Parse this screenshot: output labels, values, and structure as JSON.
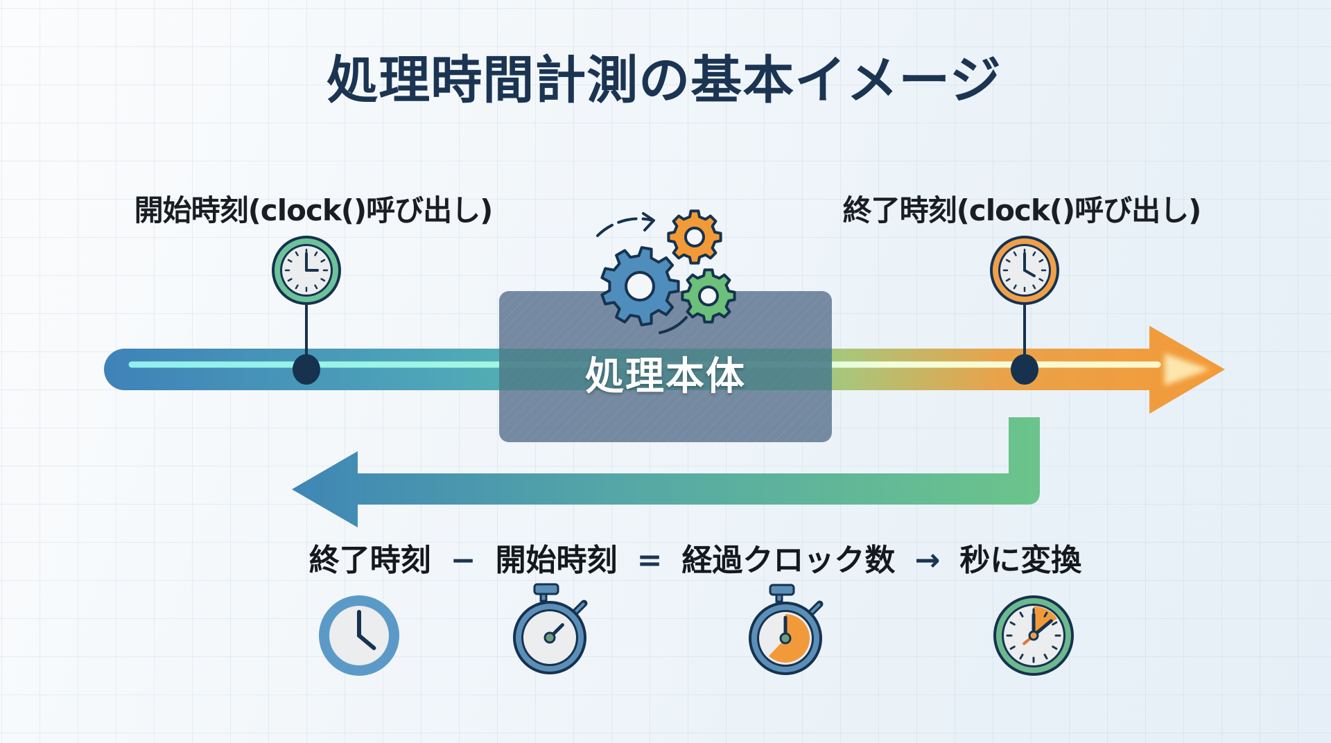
{
  "title": "処理時間計測の基本イメージ",
  "timeline": {
    "start_label": "開始時刻(clock()呼び出し)",
    "end_label": "終了時刻(clock()呼び出し)",
    "process_label": "処理本体",
    "start_icon": "clock-icon",
    "end_icon": "clock-icon",
    "process_icon": "gears-icon"
  },
  "formula": {
    "parts": [
      {
        "text": "終了時刻",
        "type": "term"
      },
      {
        "text": "−",
        "type": "op"
      },
      {
        "text": "開始時刻",
        "type": "term"
      },
      {
        "text": "=",
        "type": "op"
      },
      {
        "text": "経過クロック数",
        "type": "term"
      },
      {
        "text": "→",
        "type": "op"
      },
      {
        "text": "秒に変換",
        "type": "term"
      }
    ]
  },
  "bottom_icons": [
    {
      "name": "clock-icon",
      "desc": "end time"
    },
    {
      "name": "stopwatch-icon",
      "desc": "start time"
    },
    {
      "name": "stopwatch-elapsed-icon",
      "desc": "elapsed clocks",
      "elapsed_fraction": 0.62
    },
    {
      "name": "clock-seconds-icon",
      "desc": "convert to seconds",
      "elapsed_fraction": 0.15
    }
  ],
  "colors": {
    "title": "#1b3452",
    "navy": "#16324f",
    "blue": "#4a86b5",
    "teal": "#5bb3a8",
    "green": "#6cc38c",
    "orange": "#f29a3a",
    "box": "#6f849b"
  }
}
